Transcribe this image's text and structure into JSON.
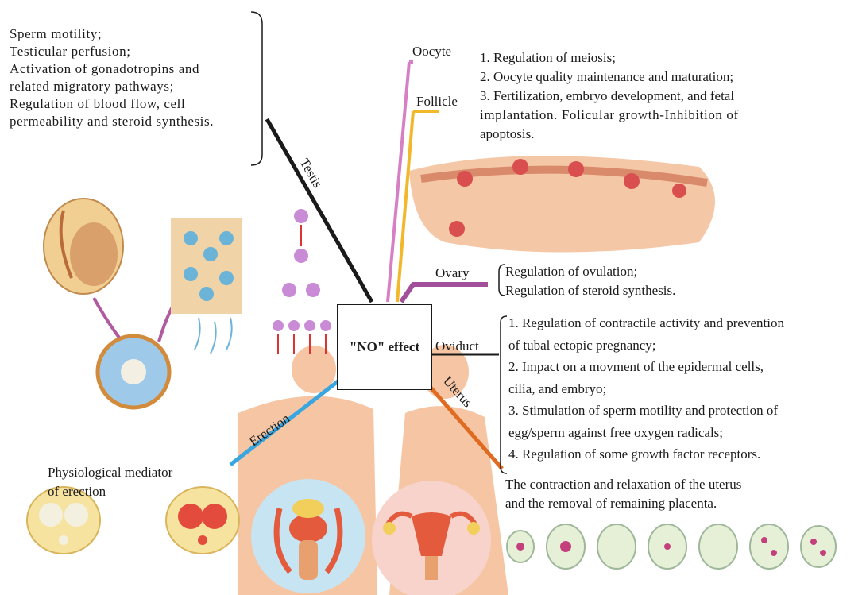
{
  "center": {
    "label": "\"NO\" effect"
  },
  "testis": {
    "label": "Testis",
    "items": [
      "Sperm motility;",
      "Testicular perfusion;",
      "Activation of gonadotropins and",
      "related migratory pathways;",
      "Regulation of blood flow, cell",
      "permeability and steroid synthesis."
    ]
  },
  "oocyte": {
    "label": "Oocyte"
  },
  "follicle": {
    "label": "Follicle",
    "items": [
      "1. Regulation of meiosis;",
      "2. Oocyte quality maintenance and maturation;",
      "3. Fertilization, embryo development, and fetal",
      "implantation. Folicular growth-Inhibition of",
      "apoptosis."
    ]
  },
  "ovary": {
    "label": "Ovary",
    "items": [
      "Regulation of ovulation;",
      "Regulation of steroid synthesis."
    ]
  },
  "oviduct": {
    "label": "Oviduct",
    "items": [
      "1. Regulation of contractile activity and prevention",
      "of tubal ectopic pregnancy;",
      "2. Impact on a movment of the epidermal cells,",
      "cilia, and embryo;",
      "3. Stimulation of sperm motility and protection of",
      "egg/sperm against free oxygen radicals;",
      "4. Regulation of some growth factor receptors."
    ]
  },
  "uterus": {
    "label": "Uterus",
    "items": [
      "The contraction and relaxation of the uterus",
      "and the removal of remaining placenta."
    ]
  },
  "erection": {
    "label": "Erection",
    "items": [
      "Physiological mediator",
      "of erection"
    ]
  },
  "colors": {
    "testis_line": "#1a1a1a",
    "oocyte_line": "#d77fc4",
    "follicle_line": "#f0b82a",
    "ovary_line": "#a2509c",
    "oviduct_line": "#1a1a1a",
    "uterus_line": "#e06a1f",
    "erection_line": "#3aa6e0",
    "skin": "#f6c6a4",
    "cell_fill": "#e6f0d6"
  }
}
